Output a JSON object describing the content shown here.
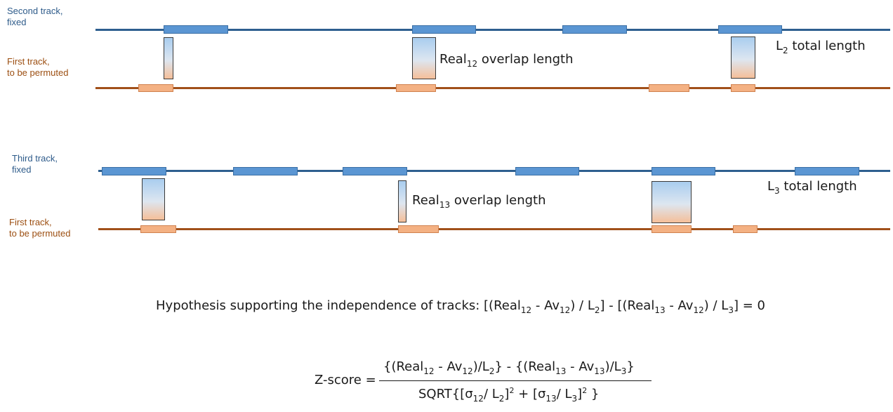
{
  "panel1": {
    "top_label": [
      "Second track,",
      "fixed"
    ],
    "bottom_label": [
      "First track,",
      "to be permuted"
    ],
    "overlap_text": {
      "main": "Real",
      "sub": "12",
      "rest": " overlap length"
    },
    "length_text": {
      "main": "L",
      "sub": "2",
      "rest": " total length"
    }
  },
  "panel2": {
    "top_label": [
      "Third track,",
      "fixed"
    ],
    "bottom_label": [
      "First track,",
      "to be permuted"
    ],
    "overlap_text": {
      "main": "Real",
      "sub": "13",
      "rest": " overlap length"
    },
    "length_text": {
      "main": "L",
      "sub": "3",
      "rest": " total length"
    }
  },
  "hypothesis": {
    "p1": "Hypothesis supporting the independence of tracks: [(Real",
    "s1": "12",
    "p2": " - Av",
    "s2": "12",
    "p3": ") / L",
    "s3": "2",
    "p4": "] - [(Real",
    "s4": "13",
    "p5": " - Av",
    "s5": "12",
    "p6": ") / L",
    "s6": "3",
    "p7": "] = 0"
  },
  "zscore": {
    "lhs": "Z-score =",
    "num": {
      "p1": "{(Real",
      "s1": "12",
      "p2": " - Av",
      "s2": "12",
      "p3": ")/L",
      "s3": "2",
      "p4": "} - {(Real",
      "s4": "13",
      "p5": " - Av",
      "s5": "13",
      "p6": ")/L",
      "s6": "3",
      "p7": "}"
    },
    "den": {
      "p1": "SQRT{[σ",
      "s1": "12",
      "p2": "/ L",
      "s2": "2",
      "p3": "]",
      "e1": "2",
      "p4": " + [σ",
      "s3": "13",
      "p5": "/ L",
      "s4": "3",
      "p6": "]",
      "e2": "2",
      "p7": " }"
    }
  },
  "colors": {
    "fixed_track": "#2e5f8f",
    "permuted_track": "#a1501a",
    "fixed_segment": "#5b96d3",
    "permuted_segment": "#f4b183"
  }
}
